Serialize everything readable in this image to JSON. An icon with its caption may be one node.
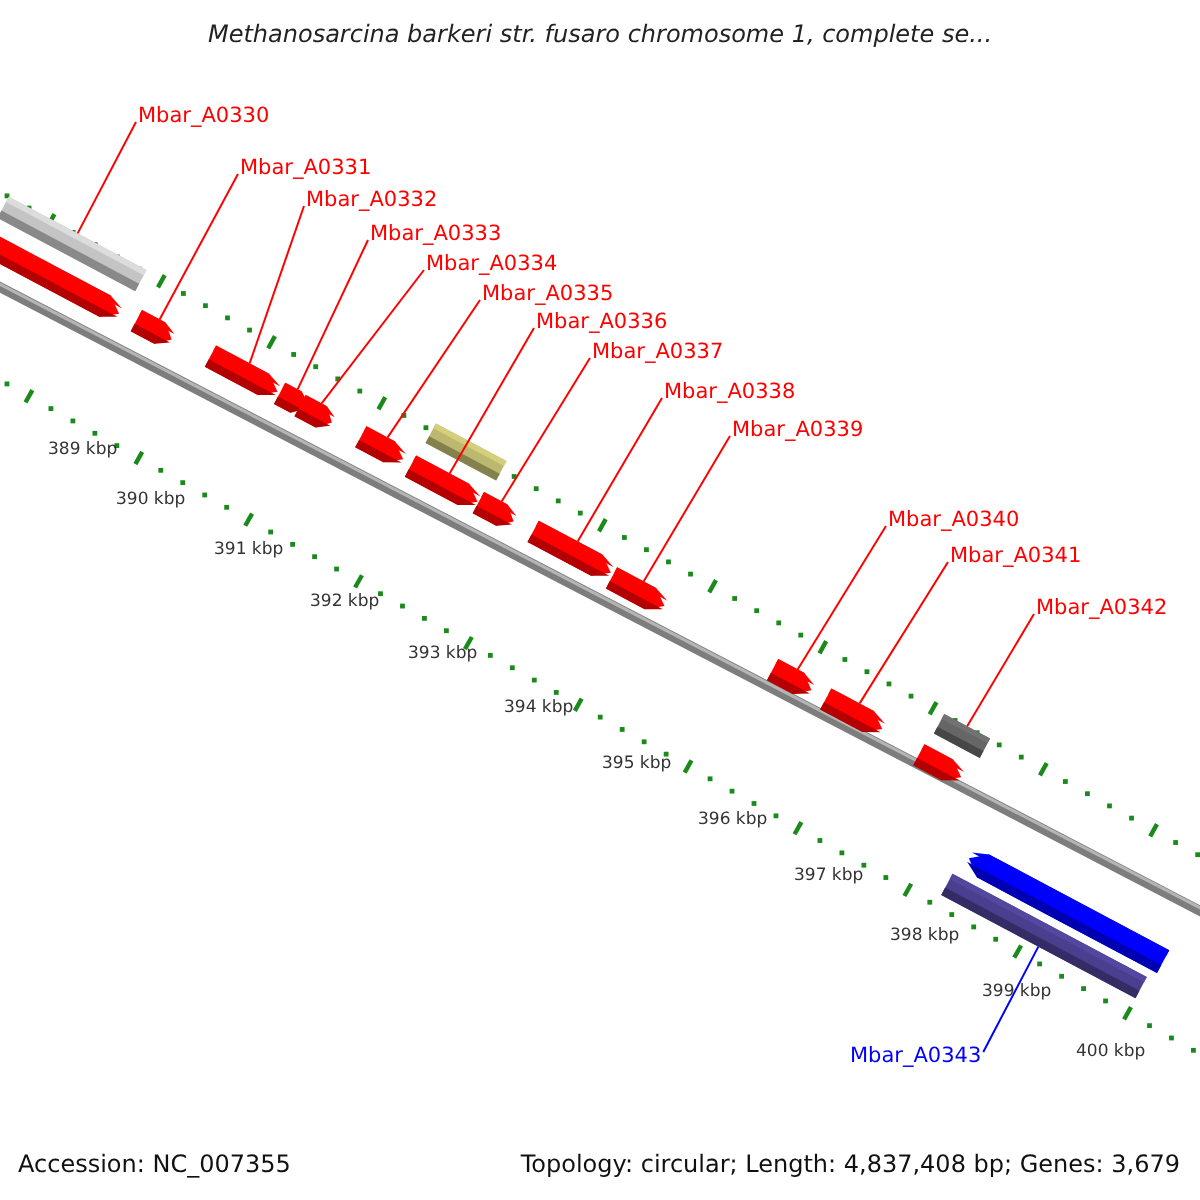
{
  "diagram": {
    "title": "Methanosarcina barkeri str. fusaro chromosome 1, complete se...",
    "nodes": [
      {
        "text": [
          "Mbar_A0330"
        ]
      },
      {
        "text": [
          "Mbar_A0331"
        ]
      },
      {
        "text": [
          "Mbar_A0332"
        ]
      },
      {
        "text": [
          "Mbar_A0333"
        ]
      },
      {
        "text": [
          "Mbar_A0334"
        ]
      },
      {
        "text": [
          "Mbar_A0335"
        ]
      },
      {
        "text": [
          "Mbar_A0336"
        ]
      },
      {
        "text": [
          "Mbar_A0337"
        ]
      },
      {
        "text": [
          "Mbar_A0338"
        ]
      },
      {
        "text": [
          "Mbar_A0339"
        ]
      },
      {
        "text": [
          "Mbar_A0340"
        ]
      },
      {
        "text": [
          "Mbar_A0341"
        ]
      },
      {
        "text": [
          "Mbar_A0342"
        ]
      },
      {
        "text": [
          "Mbar_A0343"
        ]
      },
      {
        "text": [],
        "shape": "bar"
      },
      {
        "text": [],
        "shape": "arrow"
      },
      {
        "text": [],
        "shape": "arrow"
      },
      {
        "text": [],
        "shape": "arrow"
      },
      {
        "text": [],
        "shape": "arrow"
      },
      {
        "text": [],
        "shape": "arrow"
      },
      {
        "text": [],
        "shape": "arrow"
      },
      {
        "text": [],
        "shape": "bar"
      },
      {
        "text": [],
        "shape": "arrow"
      },
      {
        "text": [],
        "shape": "arrow"
      },
      {
        "text": [],
        "shape": "arrow"
      },
      {
        "text": [],
        "shape": "arrow"
      },
      {
        "text": [],
        "shape": "arrow"
      },
      {
        "text": [],
        "shape": "arrow"
      },
      {
        "text": [],
        "shape": "bar"
      },
      {
        "text": [],
        "shape": "arrow"
      },
      {
        "text": [],
        "shape": "arrow"
      },
      {
        "text": [],
        "shape": "bar"
      }
    ],
    "edges": [
      {
        "from": 0,
        "to": 14,
        "arrow": "none"
      },
      {
        "from": 1,
        "to": 16,
        "arrow": "none"
      },
      {
        "from": 2,
        "to": 17,
        "arrow": "none"
      },
      {
        "from": 3,
        "to": 18,
        "arrow": "none"
      },
      {
        "from": 4,
        "to": 19,
        "arrow": "none"
      },
      {
        "from": 5,
        "to": 20,
        "arrow": "none"
      },
      {
        "from": 6,
        "to": 22,
        "arrow": "none"
      },
      {
        "from": 7,
        "to": 23,
        "arrow": "none"
      },
      {
        "from": 8,
        "to": 24,
        "arrow": "none"
      },
      {
        "from": 9,
        "to": 25,
        "arrow": "none"
      },
      {
        "from": 10,
        "to": 26,
        "arrow": "none"
      },
      {
        "from": 11,
        "to": 27,
        "arrow": "none"
      },
      {
        "from": 12,
        "to": 28,
        "arrow": "none"
      },
      {
        "from": 13,
        "to": 31,
        "arrow": "none",
        "color": "#0000ff"
      }
    ],
    "labels": [
      "389 kbp",
      "390 kbp",
      "391 kbp",
      "392 kbp",
      "393 kbp",
      "394 kbp",
      "395 kbp",
      "396 kbp",
      "397 kbp",
      "398 kbp",
      "399 kbp",
      "400 kbp",
      "Accession: NC_007355",
      "Topology: circular; Length: 4,837,408 bp; Genes: 3,679"
    ]
  }
}
